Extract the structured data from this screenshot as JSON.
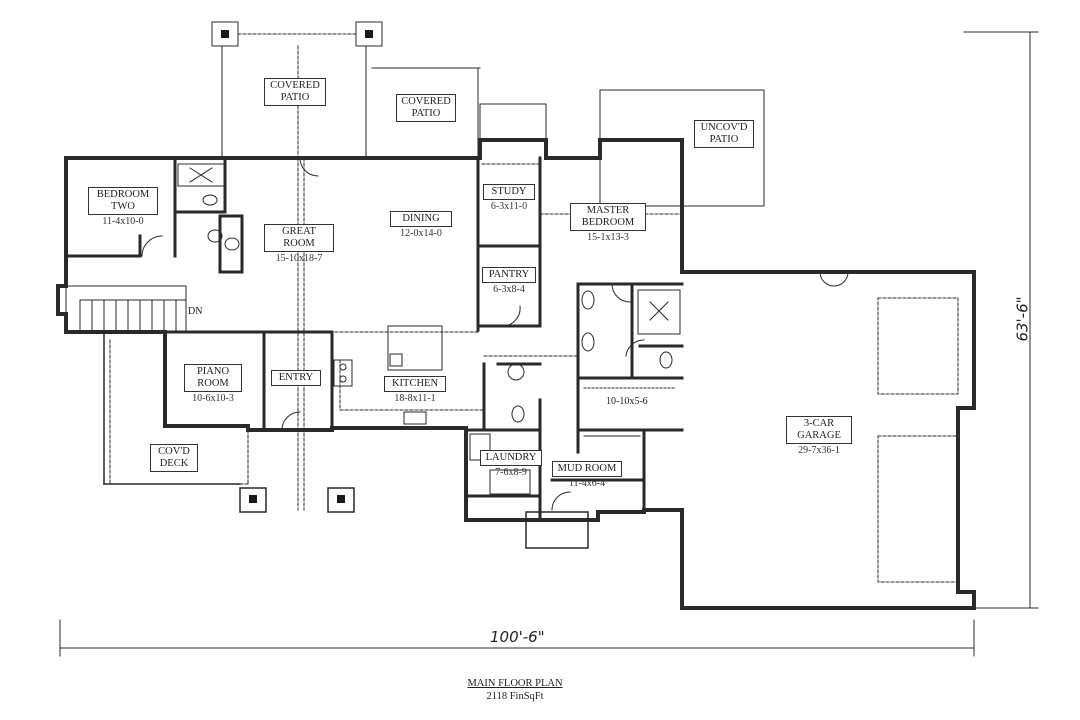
{
  "plan": {
    "title": "MAIN FLOOR PLAN",
    "area": "2118 FinSqFt",
    "width_dim": "100'-6\"",
    "depth_dim": "63'-6\"",
    "stair_label": "DN"
  },
  "rooms": {
    "covered_patio_left": {
      "name": "COVERED\nPATIO"
    },
    "covered_patio_right": {
      "name": "COVERED\nPATIO"
    },
    "uncovd_patio": {
      "name": "UNCOV'D\nPATIO"
    },
    "bedroom_two": {
      "name": "BEDROOM\nTWO",
      "dims": "11-4x10-0"
    },
    "great_room": {
      "name": "GREAT\nROOM",
      "dims": "15-10x18-7"
    },
    "dining": {
      "name": "DINING",
      "dims": "12-0x14-0"
    },
    "study": {
      "name": "STUDY",
      "dims": "6-3x11-0"
    },
    "master_bedroom": {
      "name": "MASTER\nBEDROOM",
      "dims": "15-1x13-3"
    },
    "pantry": {
      "name": "PANTRY",
      "dims": "6-3x8-4"
    },
    "piano_room": {
      "name": "PIANO\nROOM",
      "dims": "10-6x10-3"
    },
    "entry": {
      "name": "ENTRY"
    },
    "kitchen": {
      "name": "KITCHEN",
      "dims": "18-8x11-1"
    },
    "closet": {
      "dims": "10-10x5-6"
    },
    "garage": {
      "name": "3-CAR\nGARAGE",
      "dims": "29-7x36-1"
    },
    "covd_deck": {
      "name": "COV'D\nDECK"
    },
    "laundry": {
      "name": "LAUNDRY",
      "dims": "7-6x8-9"
    },
    "mud_room": {
      "name": "MUD ROOM",
      "dims": "11-4x6-4"
    }
  }
}
